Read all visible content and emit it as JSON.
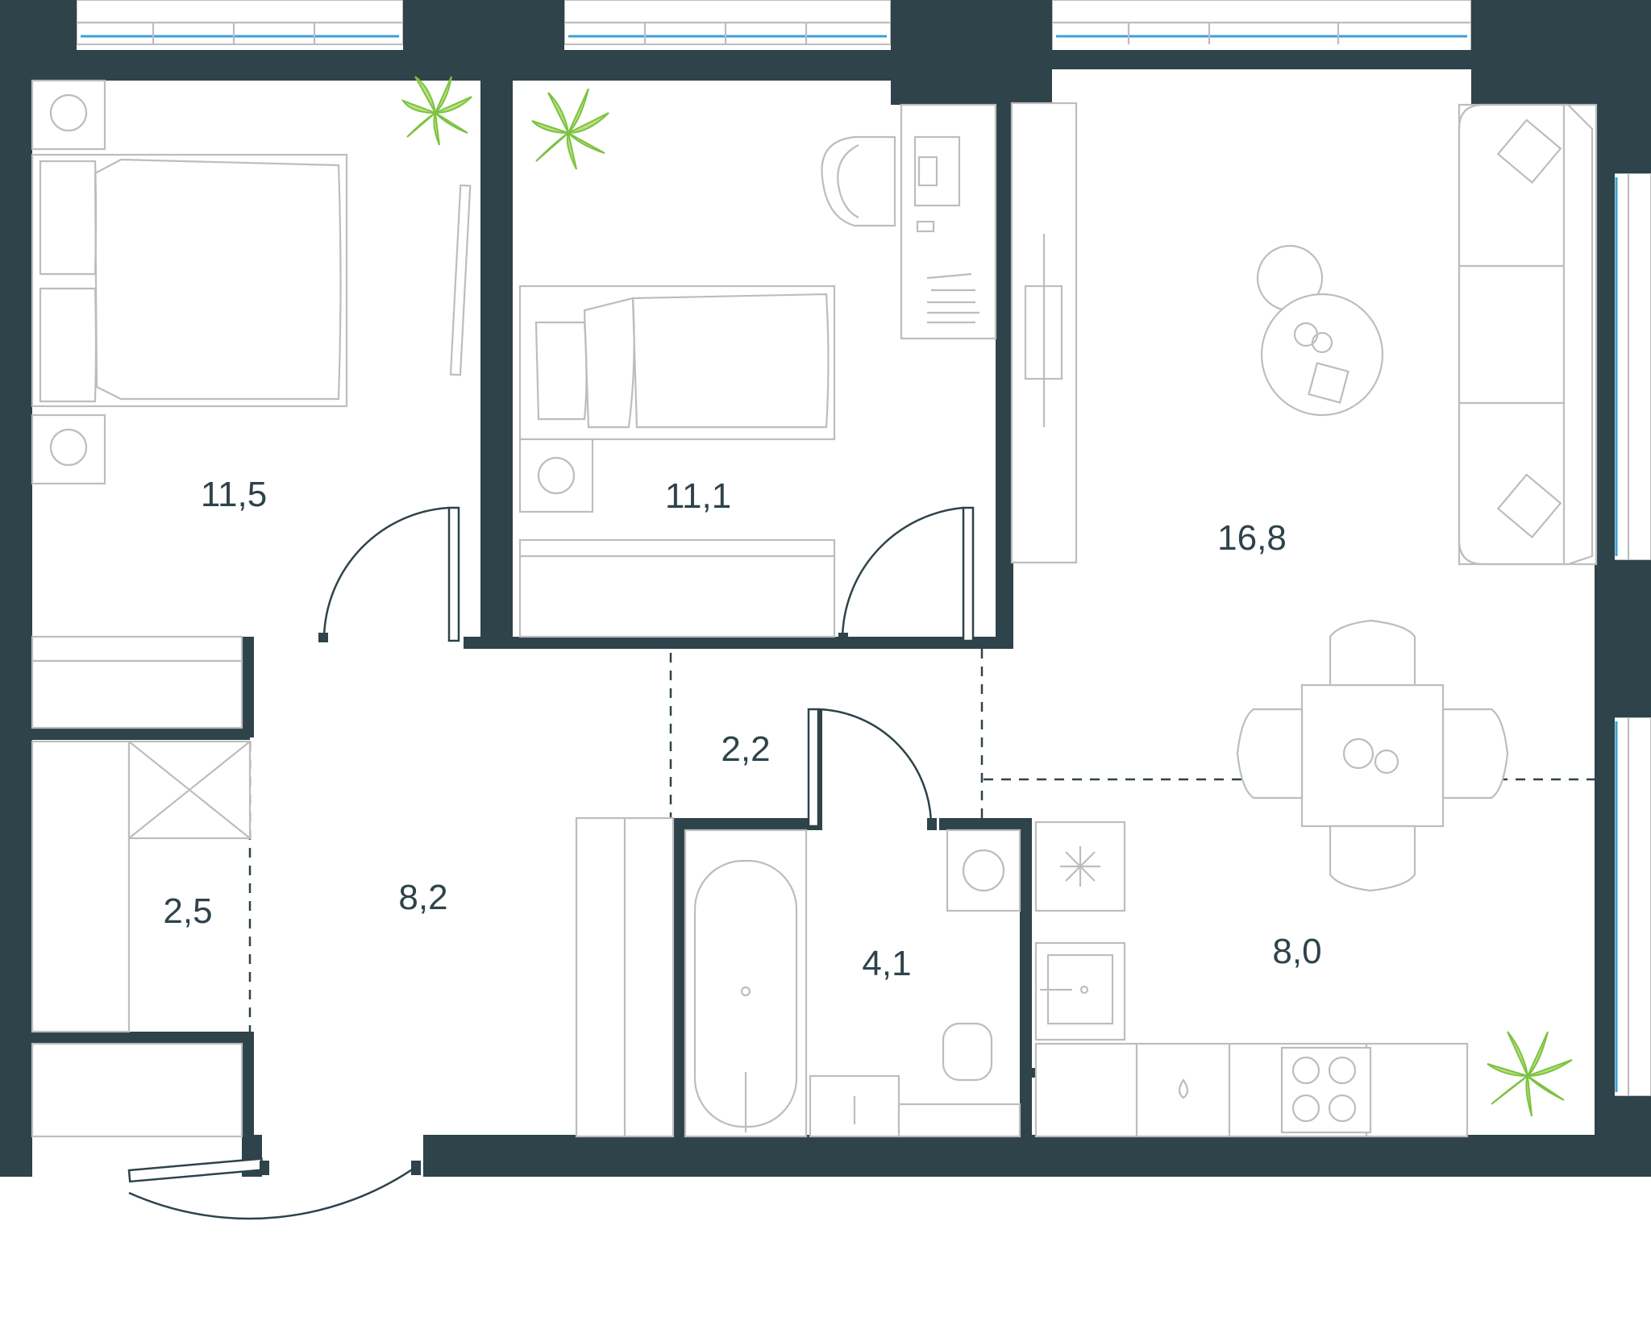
{
  "colors": {
    "wall": "#2e434a",
    "furniture": "#bdbdbd",
    "window_glass": "#3d9fd8",
    "plant": "#7cc242",
    "label": "#2e434a"
  },
  "rooms": [
    {
      "id": "bedroom-1",
      "area": "11,5"
    },
    {
      "id": "bedroom-2",
      "area": "11,1"
    },
    {
      "id": "living-room",
      "area": "16,8"
    },
    {
      "id": "corridor-small",
      "area": "2,2"
    },
    {
      "id": "wardrobe",
      "area": "2,5"
    },
    {
      "id": "hallway",
      "area": "8,2"
    },
    {
      "id": "bathroom",
      "area": "4,1"
    },
    {
      "id": "kitchen",
      "area": "8,0"
    }
  ]
}
